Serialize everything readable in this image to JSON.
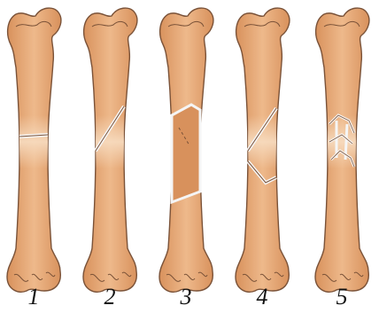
{
  "figure": {
    "labels": [
      "1",
      "2",
      "3",
      "4",
      "5"
    ],
    "fracture_types": [
      "transverse",
      "oblique",
      "segmental",
      "wedge",
      "comminuted"
    ]
  },
  "colors": {
    "bone_fill": "#e9b182",
    "bone_shade": "#d8915c",
    "bone_light": "#f7dcc0",
    "outline": "#7a5238",
    "fracture_line": "#f5f5f5",
    "label": "#111111"
  }
}
